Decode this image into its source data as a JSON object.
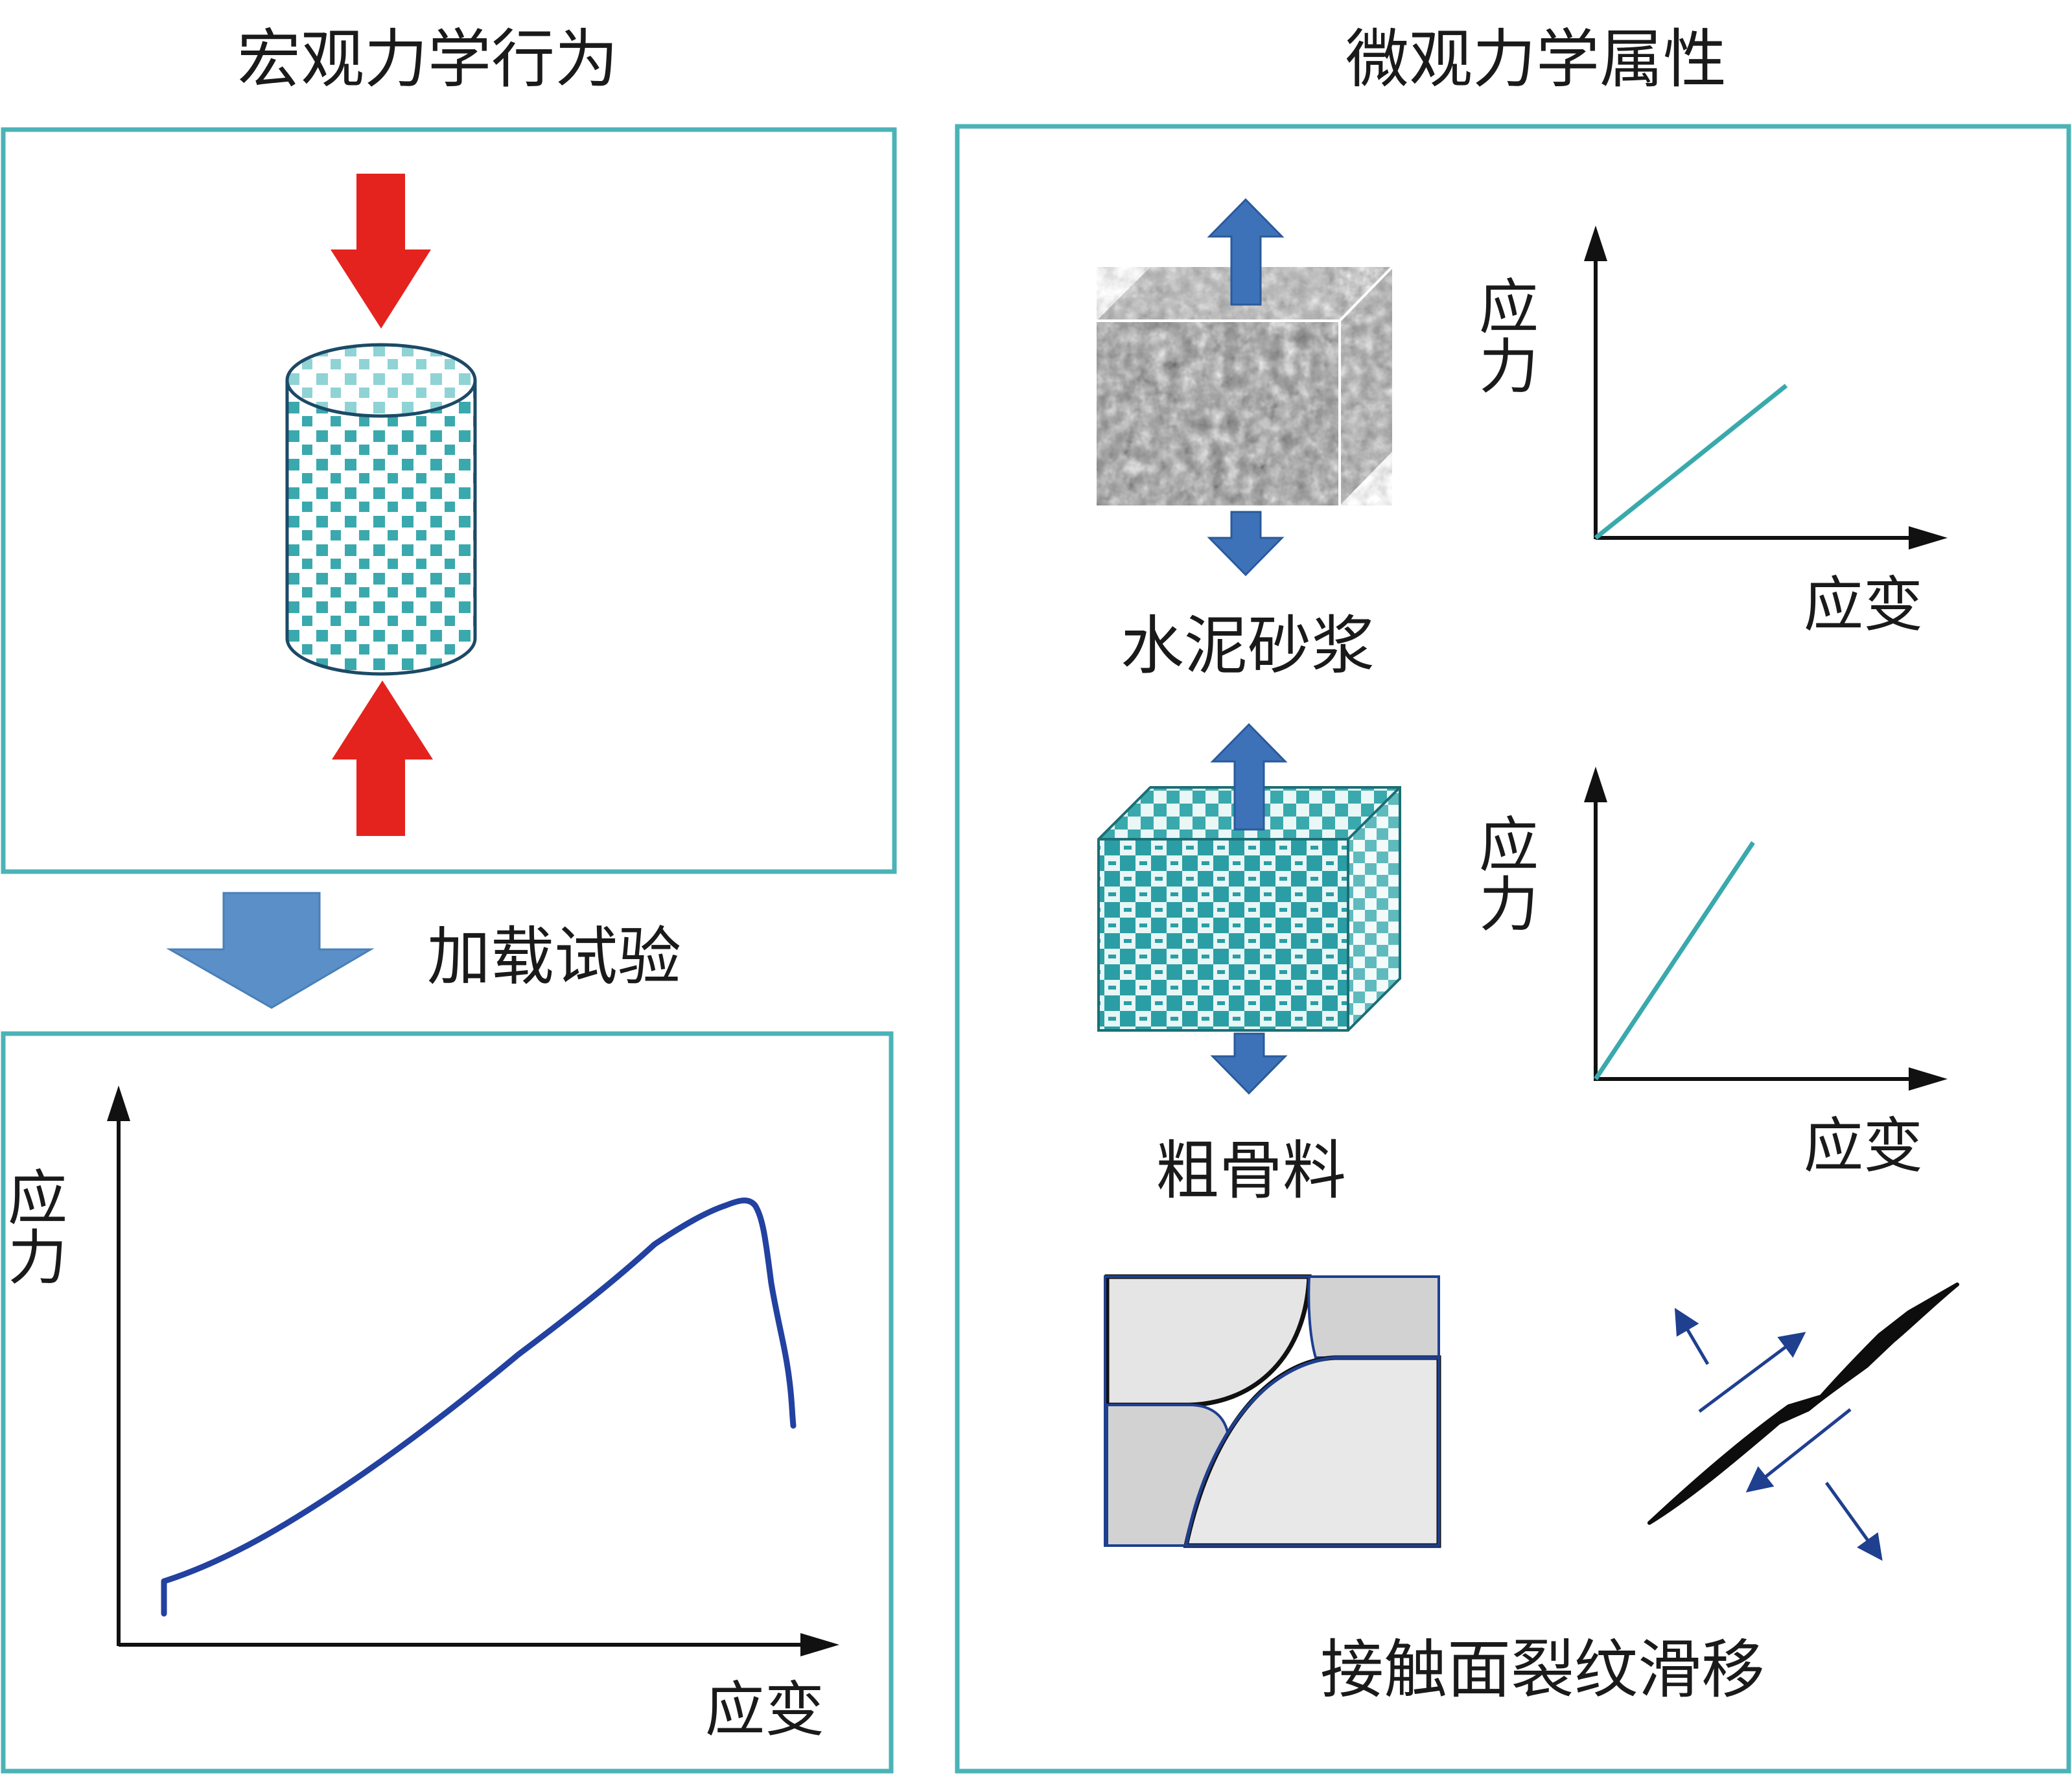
{
  "titles": {
    "macro": "宏观力学行为",
    "micro": "微观力学属性"
  },
  "loading_label": "加载试验",
  "axis": {
    "stress": "应力",
    "strain": "应变"
  },
  "materials": {
    "mortar": "水泥砂浆",
    "aggregate": "粗骨料",
    "interface": "接触面裂纹滑移"
  },
  "colors": {
    "frame": "#4bb3b7",
    "teal": "#3aa9ad",
    "red_arrow": "#e4231e",
    "blue_arrow": "#3d72b8",
    "big_arrow": "#5b8fc8",
    "curve": "#2241a0",
    "interface_line": "#1f3f8f"
  },
  "icons": [
    "down-arrow-icon",
    "up-arrow-icon",
    "double-arrow-icon",
    "crack-icon"
  ]
}
